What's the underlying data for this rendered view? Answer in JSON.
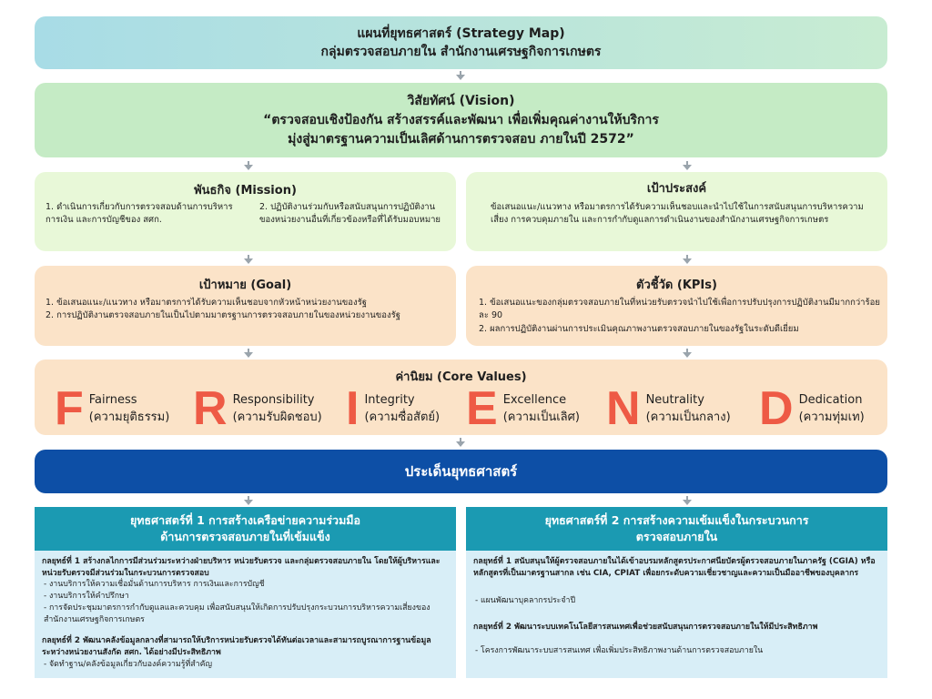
{
  "header": {
    "line1": "แผนที่ยุทธศาสตร์ (Strategy Map)",
    "line2": "กลุ่มตรวจสอบภายใน สำนักงานเศรษฐกิจการเกษตร"
  },
  "vision": {
    "title": "วิสัยทัศน์ (Vision)",
    "line1": "“ตรวจสอบเชิงป้องกัน สร้างสรรค์และพัฒนา เพื่อเพิ่มคุณค่างานให้บริการ",
    "line2": "มุ่งสู่มาตรฐานความเป็นเลิศด้านการตรวจสอบ ภายในปี 2572”"
  },
  "mission": {
    "title": "พันธกิจ (Mission)",
    "item1": "1. ดำเนินการเกี่ยวกับการตรวจสอบด้านการบริหาร การเงิน และการบัญชีของ สศก.",
    "item2": "2. ปฏิบัติงานร่วมกับหรือสนับสนุนการปฏิบัติงานของหน่วยงานอื่นที่เกี่ยวข้องหรือที่ได้รับมอบหมาย"
  },
  "objective": {
    "title": "เป้าประสงค์",
    "text": "ข้อเสนอแนะ/แนวทาง หรือมาตรการได้รับความเห็นชอบและนำไปใช้ในการสนับสนุนการบริหารความเสี่ยง การควบคุมภายใน และการกำกับดูแลการดำเนินงานของสำนักงานเศรษฐกิจการเกษตร"
  },
  "goal": {
    "title": "เป้าหมาย (Goal)",
    "item1": "1. ข้อเสนอแนะ/แนวทาง หรือมาตรการได้รับความเห็นชอบจากหัวหน้าหน่วยงานของรัฐ",
    "item2": "2. การปฏิบัติงานตรวจสอบภายในเป็นไปตามมาตรฐานการตรวจสอบภายในของหน่วยงานของรัฐ"
  },
  "kpi": {
    "title": "ตัวชี้วัด (KPIs)",
    "item1": "1. ข้อเสนอแนะของกลุ่มตรวจสอบภายในที่หน่วยรับตรวจนำไปใช้เพื่อการปรับปรุงการปฏิบัติงานมีมากกว่าร้อยละ 90",
    "item2": "2. ผลการปฏิบัติงานผ่านการประเมินคุณภาพงานตรวจสอบภายในของรัฐในระดับดีเยี่ยม"
  },
  "values": {
    "title": "ค่านิยม (Core Values)",
    "items": [
      {
        "letter": "F",
        "en": "Fairness",
        "th": "(ความยุติธรรม)"
      },
      {
        "letter": "R",
        "en": "Responsibility",
        "th": "(ความรับผิดชอบ)"
      },
      {
        "letter": "I",
        "en": "Integrity",
        "th": "(ความซื่อสัตย์)"
      },
      {
        "letter": "E",
        "en": "Excellence",
        "th": "(ความเป็นเลิศ)"
      },
      {
        "letter": "N",
        "en": "Neutrality",
        "th": "(ความเป็นกลาง)"
      },
      {
        "letter": "D",
        "en": "Dedication",
        "th": "(ความทุ่มเท)"
      }
    ]
  },
  "issues": {
    "title": "ประเด็นยุทธศาสตร์"
  },
  "strategy1": {
    "head1": "ยุทธศาสตร์ที่ 1 การสร้างเครือข่ายความร่วมมือ",
    "head2": "ด้านการตรวจสอบภายในที่เข้มแข็ง",
    "tactic1_title": "กลยุทธ์ที่ 1 สร้างกลไกการมีส่วนร่วมระหว่างฝ่ายบริหาร หน่วยรับตรวจ และกลุ่มตรวจสอบภายใน โดยให้ผู้บริหารและหน่วยรับตรวจมีส่วนร่วมในกระบวนการตรวจสอบ",
    "tactic1_b1": "- งานบริการให้ความเชื่อมั่นด้านการบริหาร การเงินและการบัญชี",
    "tactic1_b2": "- งานบริการให้คำปรึกษา",
    "tactic1_b3": "- การจัดประชุมมาตรการกำกับดูแลและควบคุม เพื่อสนับสนุนให้เกิดการปรับปรุงกระบวนการบริหารความเสี่ยงของสำนักงานเศรษฐกิจการเกษตร",
    "tactic2_title": "กลยุทธ์ที่ 2 พัฒนาคลังข้อมูลกลางที่สามารถให้บริการหน่วยรับตรวจได้ทันต่อเวลาและสามารถบูรณาการฐานข้อมูลระหว่างหน่วยงานสังกัด สศก. ได้อย่างมีประสิทธิภาพ",
    "tactic2_b1": "- จัดทำฐาน/คลังข้อมูลเกี่ยวกับองค์ความรู้ที่สำคัญ"
  },
  "strategy2": {
    "head1": "ยุทธศาสตร์ที่ 2 การสร้างความเข้มแข็งในกระบวนการ",
    "head2": "ตรวจสอบภายใน",
    "tactic1_title": "กลยุทธ์ที่ 1 สนับสนุนให้ผู้ตรวจสอบภายในได้เข้าอบรมหลักสูตรประกาศนียบัตรผู้ตรวจสอบภายในภาครัฐ (CGIA) หรือหลักสูตรที่เป็นมาตรฐานสากล เช่น CIA, CPIAT เพื่อยกระดับความเชี่ยวชาญและความเป็นมืออาชีพของบุคลากร",
    "tactic1_b1": "- แผนพัฒนาบุคลากรประจำปี",
    "tactic2_title": "กลยุทธ์ที่ 2 พัฒนาระบบเทคโนโลยีสารสนเทศเพื่อช่วยสนับสนุนการตรวจสอบภายในให้มีประสิทธิภาพ",
    "tactic2_b1": "- โครงการพัฒนาระบบสารสนเทศ เพื่อเพิ่มประสิทธิภาพงานด้านการตรวจสอบภายใน"
  },
  "colors": {
    "accent_letter": "#ee5a45",
    "issues_banner": "#0d4fa6",
    "strategy_head": "#1b9ab2",
    "strategy_body": "#d8eef7",
    "light_green": "#e8f8d8",
    "peach": "#fbe3c8"
  }
}
